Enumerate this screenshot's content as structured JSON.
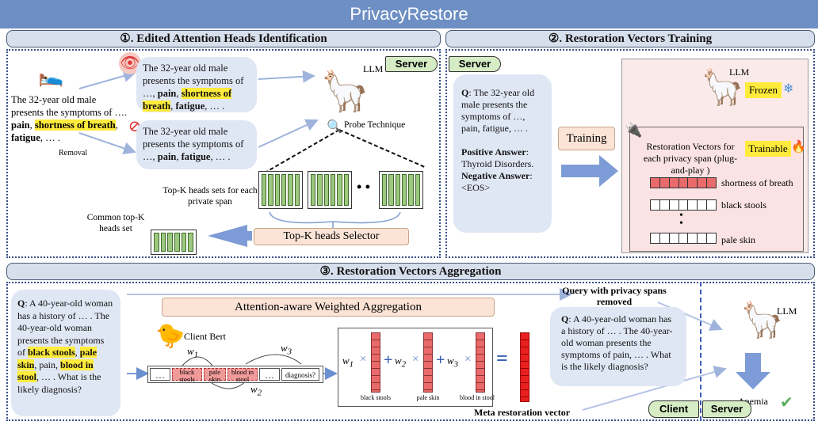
{
  "title": "PrivacyRestore",
  "sections": {
    "s1": "①. Edited Attention Heads Identification",
    "s2": "②. Restoration Vectors Training",
    "s3": "③. Restoration Vectors Aggregation"
  },
  "s1": {
    "server_tag": "Server",
    "llm_label": "LLM",
    "probe_label": "Probe Technique",
    "removal_label": "Removal",
    "left_text": {
      "p1": "The 32-year old male presents the symptoms of",
      "p2": "…. ",
      "s_pain": "pain",
      "s_sob": "shortness of breath",
      "s_fatigue": "fatigue",
      "p3": ", … ."
    },
    "top_text": {
      "p1": "The 32-year old male presents the symptoms of",
      "p2": "…, ",
      "s_pain": "pain",
      "s_sob": "shortness of breath",
      "s_fatigue": "fatigue",
      "p3": ", … ."
    },
    "bottom_text": {
      "p1": "The 32-year old male presents the symptoms of",
      "p2": "…, ",
      "s_pain": "pain",
      "s_fatigue": "fatigue",
      "p3": ", … ."
    },
    "topk_sets_label": "Top-K heads sets for each private span",
    "selector_label": "Top-K heads Selector",
    "common_label": "Common top-K heads set",
    "dots": "• •"
  },
  "s2": {
    "server_tag": "Server",
    "q_label": "Q",
    "q_text": ": The 32-year old male presents the symptoms of …, pain, fatigue, … .",
    "pos_label": "Positive Answer",
    "pos_text": ": Thyroid Disorders.",
    "neg_label": "Negative Answer",
    "neg_text": ": <EOS>",
    "training_label": "Training",
    "llm_label": "LLM",
    "frozen_label": "Frozen",
    "frozen_icon": "❄",
    "rv_title": "Restoration Vectors for each privacy span (plug-and-play )",
    "trainable_label": "Trainable",
    "fire_icon": "🔥",
    "vec1": "shortness of breath",
    "vec2": "black stools",
    "vec3": "pale skin"
  },
  "s3": {
    "q_label": "Q",
    "q_p1": ": A 40-year-old woman has a history of … . The 40-year-old woman presents the symptoms of ",
    "s_black": "black stools",
    "s_pale": "pale skin",
    "q_pain": ", pain, ",
    "s_blood": "blood in stool",
    "q_p2": ", … . What is the likely diagnosis?",
    "aggregation_label": "Attention-aware Weighted Aggregation",
    "client_bert": "Client Bert",
    "w1": "w",
    "w1_sub": "1",
    "w2": "w",
    "w2_sub": "2",
    "w3": "w",
    "w3_sub": "3",
    "tok_dots": "…",
    "tok_black": "black stools",
    "tok_pale": "pale skin",
    "tok_blood": "blood in stool",
    "tok_diag": "diagnosis?",
    "vec_black": "black stools",
    "vec_pale": "pale skin",
    "vec_blood": "blood in stool",
    "times": "×",
    "plus": "+",
    "equals": "=",
    "meta_label": "Meta restoration vector",
    "query_removed": "Query with privacy spans removed",
    "rq_label": "Q",
    "rq_text": ": A 40-year-old woman has a history of … . The 40-year-old woman presents the symptoms of pain, … . What is the likely diagnosis?",
    "llm_label": "LLM",
    "anemia": "Anemia",
    "check_icon": "✔",
    "client_tag": "Client",
    "server_tag": "Server"
  }
}
